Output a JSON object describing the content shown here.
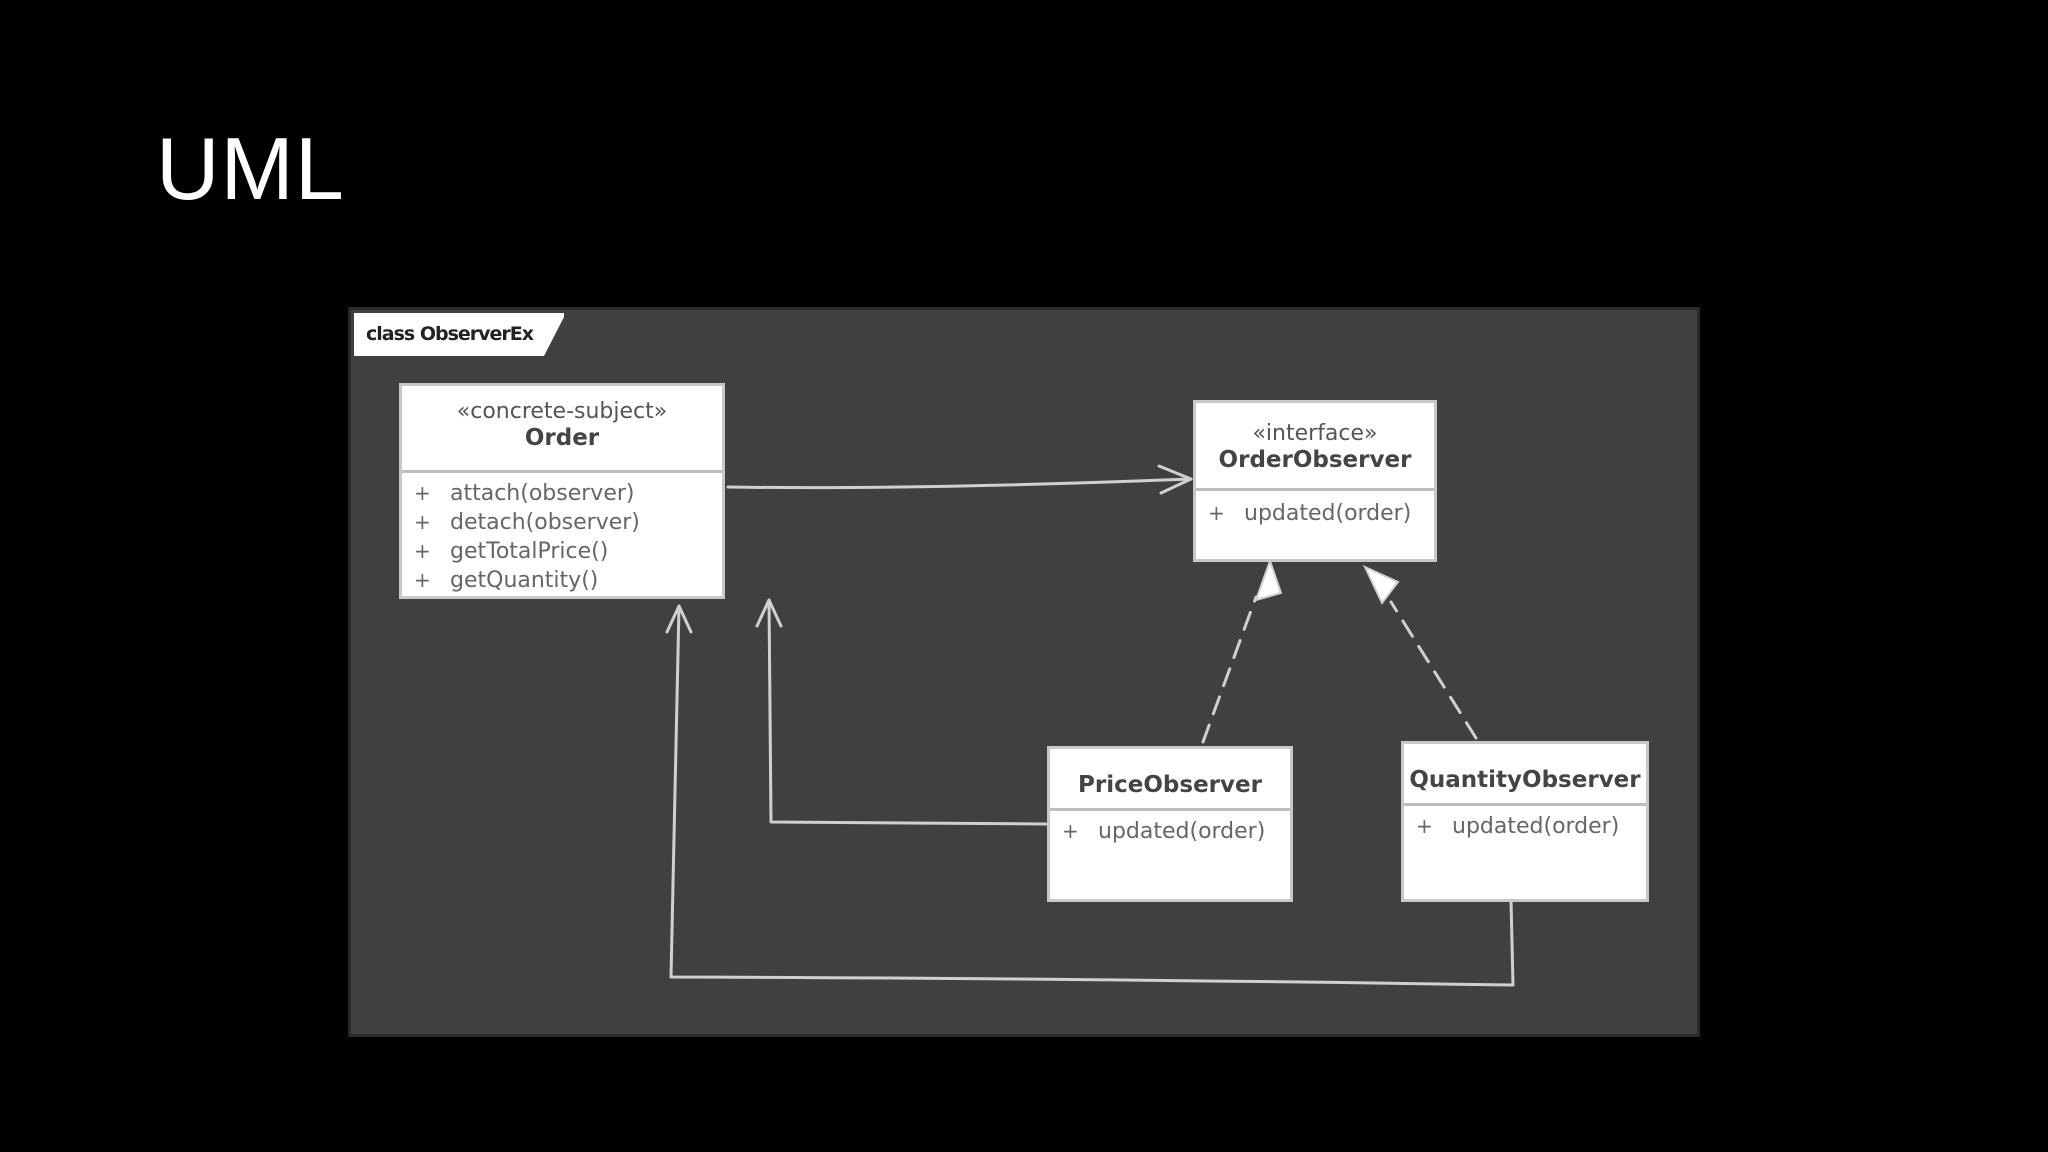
{
  "slide": {
    "title": "UML"
  },
  "frame": {
    "label": "class ObserverEx"
  },
  "classes": {
    "order": {
      "stereotype": "«concrete-subject»",
      "name": "Order",
      "operations": [
        {
          "visibility": "+",
          "signature": "attach(observer)"
        },
        {
          "visibility": "+",
          "signature": "detach(observer)"
        },
        {
          "visibility": "+",
          "signature": "getTotalPrice()"
        },
        {
          "visibility": "+",
          "signature": "getQuantity()"
        }
      ]
    },
    "order_observer": {
      "stereotype": "«interface»",
      "name": "OrderObserver",
      "operations": [
        {
          "visibility": "+",
          "signature": "updated(order)"
        }
      ]
    },
    "price_observer": {
      "name": "PriceObserver",
      "operations": [
        {
          "visibility": "+",
          "signature": "updated(order)"
        }
      ]
    },
    "quantity_observer": {
      "name": "QuantityObserver",
      "operations": [
        {
          "visibility": "+",
          "signature": "updated(order)"
        }
      ]
    }
  },
  "relationships": [
    {
      "type": "association",
      "from": "Order",
      "to": "OrderObserver"
    },
    {
      "type": "realization",
      "from": "PriceObserver",
      "to": "OrderObserver"
    },
    {
      "type": "realization",
      "from": "QuantityObserver",
      "to": "OrderObserver"
    },
    {
      "type": "association",
      "from": "PriceObserver",
      "to": "Order"
    },
    {
      "type": "association",
      "from": "QuantityObserver",
      "to": "Order"
    }
  ],
  "colors": {
    "slide_background": "#000000",
    "diagram_background": "#404040",
    "line": "#d0d0d0",
    "class_fill": "#ffffff"
  }
}
